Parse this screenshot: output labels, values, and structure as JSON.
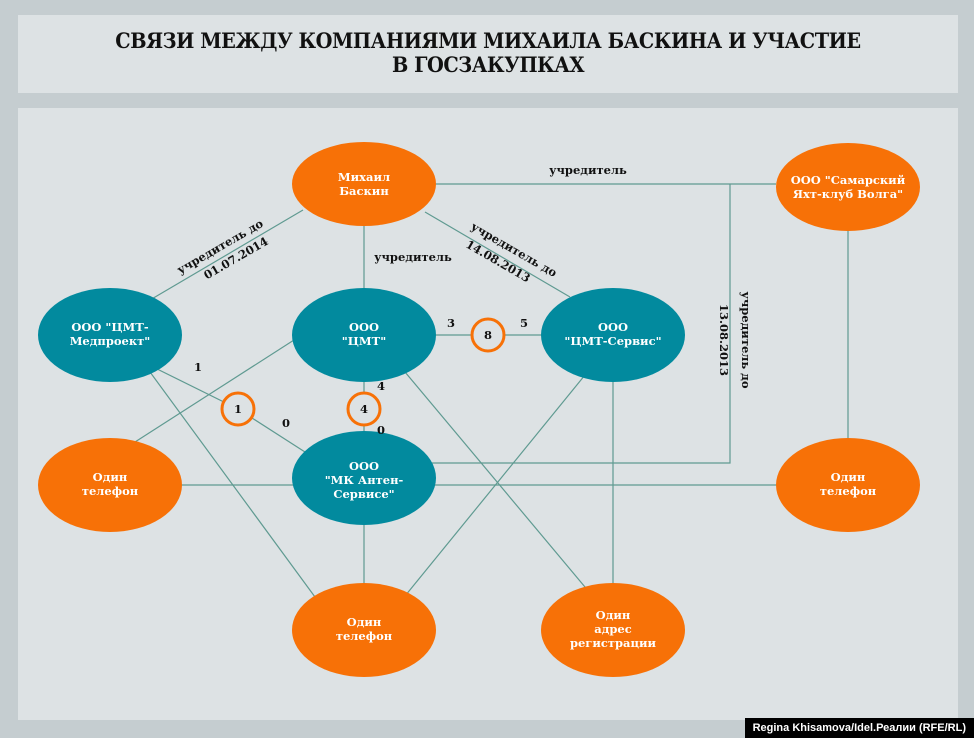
{
  "title": {
    "line1": "СВЯЗИ МЕЖДУ КОМПАНИЯМИ МИХАИЛА БАСКИНА И УЧАСТИЕ",
    "line2": "В ГОСЗАКУПКАХ"
  },
  "colors": {
    "person": "#f77107",
    "company": "#028a9e",
    "link": "#5f9a91"
  },
  "nodes": {
    "baskin": [
      "Михаил",
      "Баскин"
    ],
    "samara": [
      "ООО \"Самарский",
      "Яхт-клуб Волга\""
    ],
    "cmt_med": [
      "ООО \"ЦМТ-",
      "Медпроект\""
    ],
    "cmt": [
      "ООО",
      "\"ЦМТ\""
    ],
    "cmt_servis": [
      "ООО",
      "\"ЦМТ-Сервис\""
    ],
    "mk_anten": [
      "ООО",
      "\"МК Антен-",
      "Сервисе\""
    ],
    "phone_left": [
      "Один",
      "телефон"
    ],
    "phone_right": [
      "Один",
      "телефон"
    ],
    "phone_bottom": [
      "Один",
      "телефон"
    ],
    "address": [
      "Один",
      "адрес",
      "регистрации"
    ]
  },
  "contracts": {
    "cmt_servis": "8",
    "cmt_med_mk": "1",
    "cmt_mk": "4"
  },
  "edge_labels": {
    "baskin_samara": "учредитель",
    "baskin_cmt": "учредитель",
    "baskin_med": [
      "учредитель до",
      "01.07.2014"
    ],
    "baskin_servis": [
      "учредитель до",
      "14.08.2013"
    ],
    "baskin_mk": [
      "учредитель до",
      "13.08.2013"
    ],
    "n3": "3",
    "n5": "5",
    "n1": "1",
    "n0a": "0",
    "n4": "4",
    "n0b": "0"
  },
  "credit": "Regina Khisamova/Idel.Реалии (RFE/RL)"
}
